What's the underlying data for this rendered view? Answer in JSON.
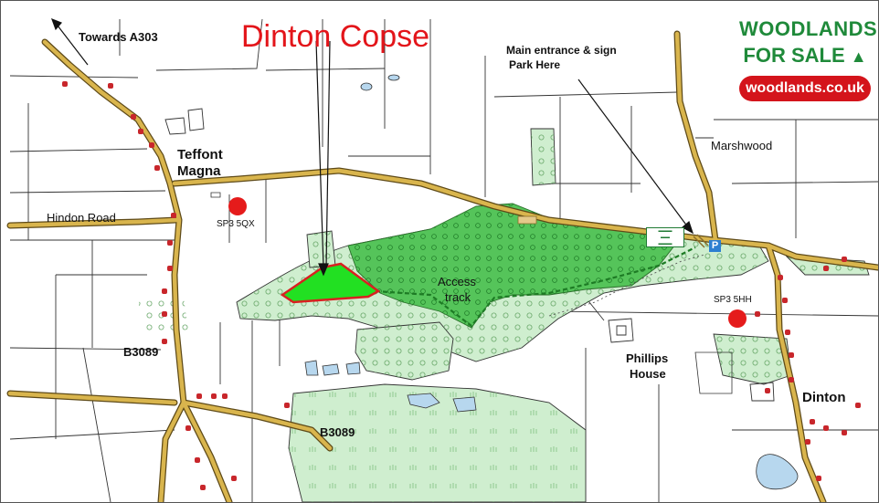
{
  "map": {
    "title": "Dinton Copse",
    "logo": {
      "line1": "WOODLANDS",
      "line2": "FOR SALE",
      "pill": "woodlands.co.uk",
      "icon": "tree-icon"
    },
    "places": {
      "towards": "Towards A303",
      "teffont": "Teffont",
      "magna": "Magna",
      "hindon_road": "Hindon Road",
      "b3089_west": "B3089",
      "b3089_south": "B3089",
      "marshwood": "Marshwood",
      "phillips": "Phillips",
      "house": "House",
      "dinton": "Dinton"
    },
    "callouts": {
      "entrance_line1": "Main entrance & sign",
      "entrance_line2": "Park Here",
      "access_line1": "Access",
      "access_line2": "track"
    },
    "postcodes": {
      "west": "SP3 5QX",
      "east": "SP3 5HH"
    },
    "parking": "P",
    "colors": {
      "road": "#c9a642",
      "road_edge": "#5e4a18",
      "woodland_light": "#cfeecf",
      "woodland_dark": "#55c45a",
      "plot": "#22e022",
      "plot_border": "#d92020",
      "marker": "#e51b1b",
      "house": "#c8262b",
      "water": "#b7d7ee"
    }
  }
}
